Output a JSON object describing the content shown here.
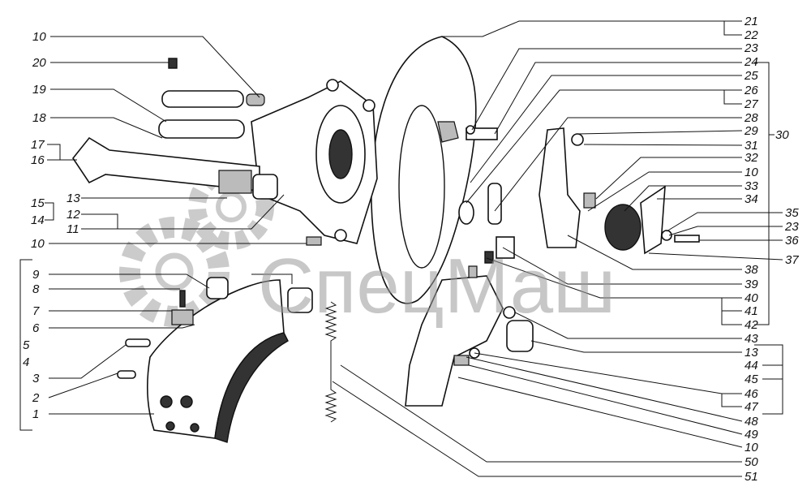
{
  "title": "Brake assembly exploded view",
  "watermark": "СпецМаш",
  "left_labels": [
    "10",
    "20",
    "19",
    "18",
    "17",
    "16",
    "15",
    "13",
    "14",
    "12",
    "11",
    "10",
    "9",
    "8",
    "7",
    "6",
    "5",
    "4",
    "3",
    "2",
    "1"
  ],
  "right_labels": [
    "21",
    "22",
    "23",
    "24",
    "25",
    "26",
    "27",
    "28",
    "29",
    "30",
    "31",
    "32",
    "10",
    "33",
    "34",
    "35",
    "23",
    "36",
    "37",
    "38",
    "39",
    "40",
    "41",
    "42",
    "43",
    "13",
    "44",
    "45",
    "46",
    "47",
    "48",
    "49",
    "10",
    "50",
    "51"
  ]
}
